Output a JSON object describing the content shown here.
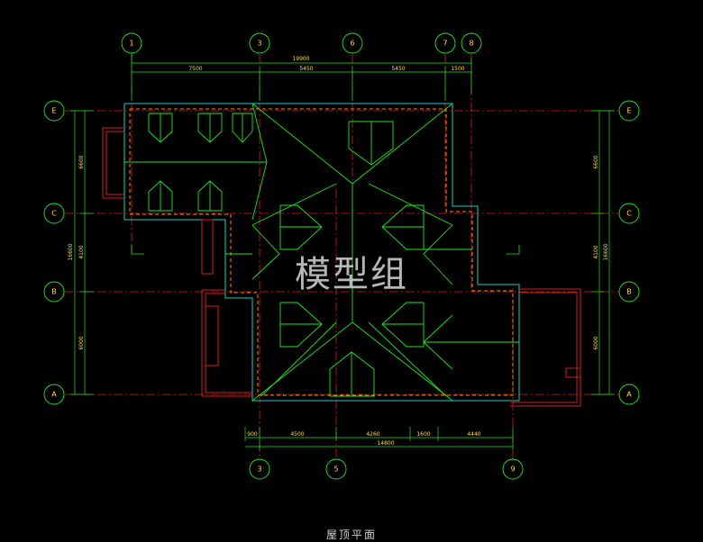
{
  "drawing": {
    "colors": {
      "background": "#000000",
      "axis_line": "#d21e1e",
      "grid_bubble": "#1ee61e",
      "roof_line": "#1ee61e",
      "wall_outline": "#1ec8c8",
      "eave_dash": "#ff8c00",
      "balcony": "#d21e1e",
      "dimension": "#1ee61e",
      "dimension_text": "#ffdc50"
    },
    "top_axes": [
      "1",
      "3",
      "6",
      "7",
      "8"
    ],
    "bottom_axes": [
      "3",
      "5",
      "9"
    ],
    "left_axes": [
      "E",
      "C",
      "B",
      "A"
    ],
    "right_axes": [
      "E",
      "C",
      "B",
      "A"
    ],
    "top_dims": {
      "total": "19900",
      "segments": [
        "7500",
        "5450",
        "5450",
        "1500"
      ]
    },
    "bottom_dims": {
      "total": "14800",
      "segments": [
        "900",
        "4500",
        "4260",
        "1600",
        "4440"
      ]
    },
    "left_dims": {
      "total": "16600",
      "segments": [
        "6600",
        "4100",
        "6000"
      ]
    },
    "right_dims": {
      "total": "16600",
      "segments": [
        "6600",
        "4100",
        "6000"
      ]
    },
    "watermark": "模型组",
    "caption": "屋顶平面"
  }
}
